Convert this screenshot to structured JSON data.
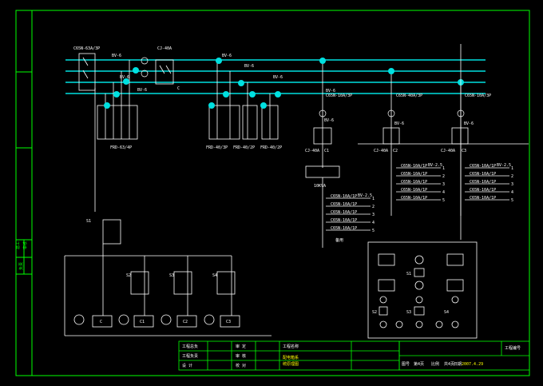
{
  "colors": {
    "frame": "#00ff00",
    "bus": "#00e0e0",
    "wire": "#ffffff",
    "label": "#ffffff",
    "title_text": "#ffff00",
    "accent": "#ff00ff",
    "cursor": "#ffffff"
  },
  "top_left": {
    "main_breaker": "C65N-63A/3P",
    "bv_a": "BV-6",
    "bv_b": "BV-6",
    "bv_c": "BV-6",
    "contactor": "CJ-40A",
    "contactor_tag": "C",
    "fuse_group": "FRD-63/4P"
  },
  "mid_left": {
    "bv_a": "BV-6",
    "bv_b": "BV-6",
    "bv_c": "BV-6",
    "fuse_a": "FRD-40/3P",
    "fuse_b": "FRD-40/2P",
    "fuse_c": "FRD-40/2P"
  },
  "feeders": [
    {
      "wire": "BV-6",
      "breaker": "C65N-10A/3P",
      "sub_wire": "BV-6",
      "contactor": "CJ-40A",
      "tag": "C1"
    },
    {
      "wire": "",
      "breaker": "C65N-40A/3P",
      "sub_wire": "BV-6",
      "contactor": "CJ-40A",
      "tag": "C2"
    },
    {
      "wire": "",
      "breaker": "C65N-10A/3P",
      "sub_wire": "BV-6",
      "contactor": "CJ-40A",
      "tag": "C3"
    }
  ],
  "feeder1_box": "10KVA",
  "feeder1_branches": [
    {
      "label": "C65N-10A/1P",
      "wire": "BV-2.5",
      "num": "1"
    },
    {
      "label": "C65N-10A/1P",
      "wire": "",
      "num": "2"
    },
    {
      "label": "C65N-10A/1P",
      "wire": "",
      "num": "3"
    },
    {
      "label": "C65N-10A/1P",
      "wire": "",
      "num": "4"
    },
    {
      "label": "C65N-10A/1P",
      "wire": "",
      "num": "5"
    }
  ],
  "feeder1_spare": "备用",
  "feeder2_branches": [
    {
      "label": "C65N-10A/1P",
      "wire": "BV-2.5",
      "num": "1"
    },
    {
      "label": "C65N-10A/1P",
      "wire": "",
      "num": "2"
    },
    {
      "label": "C65N-10A/1P",
      "wire": "",
      "num": "3"
    },
    {
      "label": "C65N-10A/1P",
      "wire": "",
      "num": "4"
    },
    {
      "label": "C65N-10A/1P",
      "wire": "",
      "num": "5"
    }
  ],
  "feeder3_branches": [
    {
      "label": "C65N-10A/1P",
      "wire": "BV-2.5",
      "num": "1"
    },
    {
      "label": "C65N-10A/1P",
      "wire": "",
      "num": "2"
    },
    {
      "label": "C65N-10A/1P",
      "wire": "",
      "num": "3"
    },
    {
      "label": "C65N-10A/1P",
      "wire": "",
      "num": "4"
    },
    {
      "label": "C65N-10A/1P",
      "wire": "",
      "num": "5"
    }
  ],
  "control": {
    "s1": "S1",
    "s2": "S2",
    "s3": "S3",
    "s4": "S4",
    "coils": [
      "C",
      "C1",
      "C2",
      "C3"
    ]
  },
  "panel": {
    "s1": "S1",
    "s2": "S2",
    "s3": "S3",
    "s4": "S4"
  },
  "title_block": {
    "left_rows": [
      "工程总负",
      "工程负责",
      "设 计"
    ],
    "mid_rows": [
      "审 定",
      "审 核",
      "校 对"
    ],
    "project_label": "工程名称",
    "project_rows": [
      "配电箱系",
      "统原理图"
    ],
    "bottom": [
      "图号",
      "第4页",
      "比例",
      "共4页",
      "日期",
      "2007.4.29"
    ],
    "corner": "工程编号",
    "side": [
      "总工",
      "审核",
      "负责"
    ]
  }
}
